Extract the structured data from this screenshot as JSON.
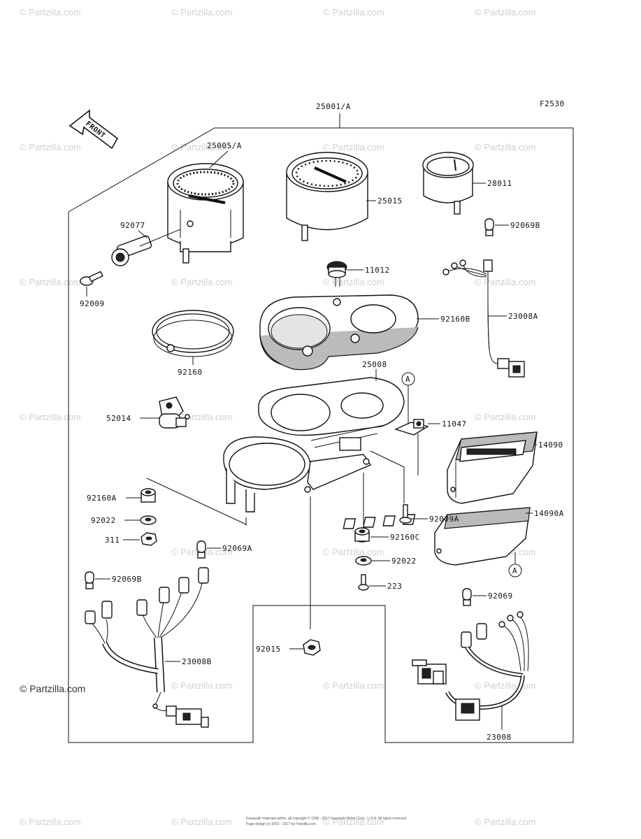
{
  "diagram": {
    "figure_code": "F2530",
    "front_label": "FRONT",
    "callout_a": "A",
    "copyright": "Kawasaki materials within, all copyright © 1996 - 2017 Kawasaki Motor Corp., U.S.A. All rights reserved.",
    "copyright_line2": "Page design (c) 2003 - 2017 by Partzilla.com.",
    "watermark": "© Partzilla.com",
    "parts": {
      "p25001A": "25001/A",
      "p25005A": "25005/A",
      "p25015": "25015",
      "p28011": "28011",
      "p92069B_top": "92069B",
      "p92077": "92077",
      "p92009": "92009",
      "p11012": "11012",
      "p92160B": "92160B",
      "p23008A": "23008A",
      "p92160": "92160",
      "p25008": "25008",
      "p52014": "52014",
      "p11047": "11047",
      "p14090": "14090",
      "p92160A": "92160A",
      "p92022_left": "92022",
      "p311": "311",
      "p92069A": "92069A",
      "p92009A": "92009A",
      "p14090A": "14090A",
      "p92160C": "92160C",
      "p92022_right": "92022",
      "p223": "223",
      "p92069B_bottom": "92069B",
      "p92069": "92069",
      "p92015": "92015",
      "p23008B": "23008B",
      "p23008": "23008"
    }
  }
}
